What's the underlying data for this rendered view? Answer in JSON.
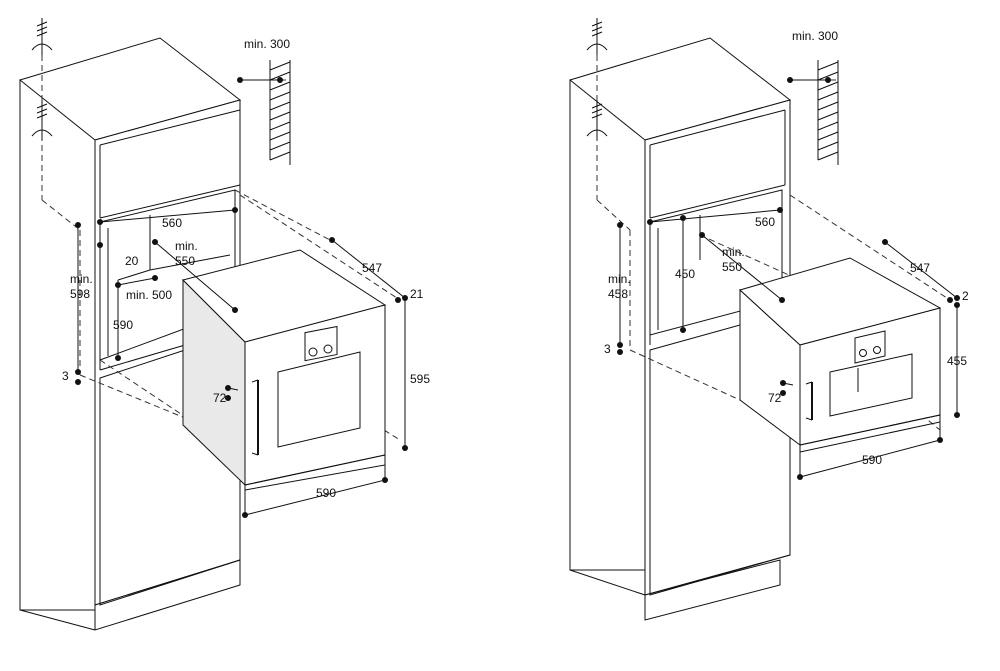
{
  "left_diagram": {
    "min_300": "min. 300",
    "d560": "560",
    "min_550_a": "min.",
    "min_550_b": "550",
    "d20": "20",
    "min_500": "min. 500",
    "min_598_a": "min.",
    "min_598_b": "598",
    "d590_side": "590",
    "d3": "3",
    "d547": "547",
    "d21": "21",
    "d595": "595",
    "d72": "72",
    "d590_bottom": "590"
  },
  "right_diagram": {
    "min_300": "min. 300",
    "d560": "560",
    "min_550_a": "min.",
    "min_550_b": "550",
    "min_458_a": "min.",
    "min_458_b": "458",
    "d450": "450",
    "d3": "3",
    "d547": "547",
    "d2": "2",
    "d455": "455",
    "d72": "72",
    "d590_bottom": "590"
  }
}
